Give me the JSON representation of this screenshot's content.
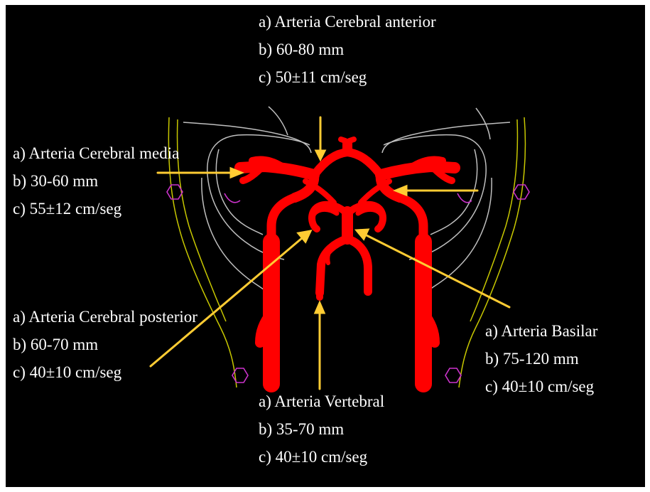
{
  "labels": {
    "anterior": {
      "name": "a) Arteria Cerebral anterior",
      "length": "b) 60-80 mm",
      "velocity": "c) 50±11 cm/seg"
    },
    "media": {
      "name": "a) Arteria Cerebral media",
      "length": "b) 30-60 mm",
      "velocity": "c) 55±12 cm/seg"
    },
    "posterior": {
      "name": "a) Arteria Cerebral posterior",
      "length": "b) 60-70 mm",
      "velocity": "c) 40±10 cm/seg"
    },
    "vertebral": {
      "name": "a) Arteria Vertebral",
      "length": "b) 35-70 mm",
      "velocity": "c) 40±10 cm/seg"
    },
    "basilar": {
      "name": "a) Arteria Basilar",
      "length": "b) 75-120 mm",
      "velocity": "c) 40±10 cm/seg"
    }
  },
  "colors": {
    "background": "#000000",
    "frame": "#ffffff",
    "artery": "#ff0000",
    "arrow": "#ffcc33",
    "skull_outline": "#bfbfbf",
    "neck_outline": "#c8c800",
    "ear_marker": "#cc33cc",
    "text": "#ffffff"
  }
}
